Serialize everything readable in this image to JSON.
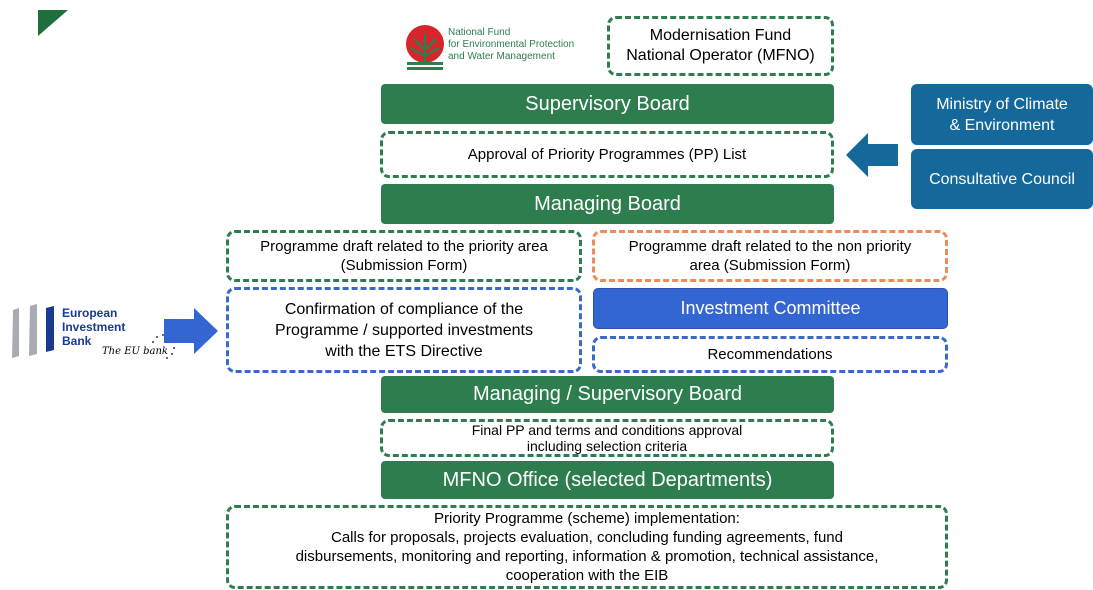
{
  "logos": {
    "nfosigw": {
      "lines": [
        "National Fund",
        "for Environmental Protection",
        "and Water Management"
      ],
      "color": "#2e7d4f"
    },
    "eib": {
      "lines": [
        "European",
        "Investment",
        "Bank"
      ],
      "tagline": "The EU bank",
      "color": "#1a3a8f"
    }
  },
  "colors": {
    "green": "#2e7d4f",
    "blue_dashed": "#3b69c9",
    "orange_dashed": "#ee8c57",
    "teal": "#14689a",
    "blue_fill": "#3466d3"
  },
  "diagram": {
    "mfno": [
      "Modernisation Fund",
      "National Operator (MFNO)"
    ],
    "supervisory_board": "Supervisory Board",
    "approval_pp_list": "Approval of Priority Programmes (PP) List",
    "ministry": [
      "Ministry of Climate",
      "& Environment"
    ],
    "consultative_council": "Consultative Council",
    "managing_board": "Managing Board",
    "draft_priority": [
      "Programme draft related to the priority area",
      "(Submission Form)"
    ],
    "draft_non_priority": [
      "Programme draft related to the non priority",
      "area (Submission Form)"
    ],
    "confirmation": [
      "Confirmation of compliance of the",
      "Programme / supported investments",
      "with the ETS Directive"
    ],
    "investment_committee": "Investment Committee",
    "recommendations": "Recommendations",
    "managing_supervisory_board": "Managing / Supervisory Board",
    "final_pp": [
      "Final PP and terms and conditions approval",
      "including selection criteria"
    ],
    "mfno_office": "MFNO Office (selected Departments)",
    "implementation": [
      "Priority Programme (scheme) implementation:",
      "Calls for proposals, projects evaluation, concluding funding agreements, fund",
      "disbursements, monitoring and reporting, information & promotion, technical assistance,",
      "cooperation with the EIB"
    ]
  }
}
